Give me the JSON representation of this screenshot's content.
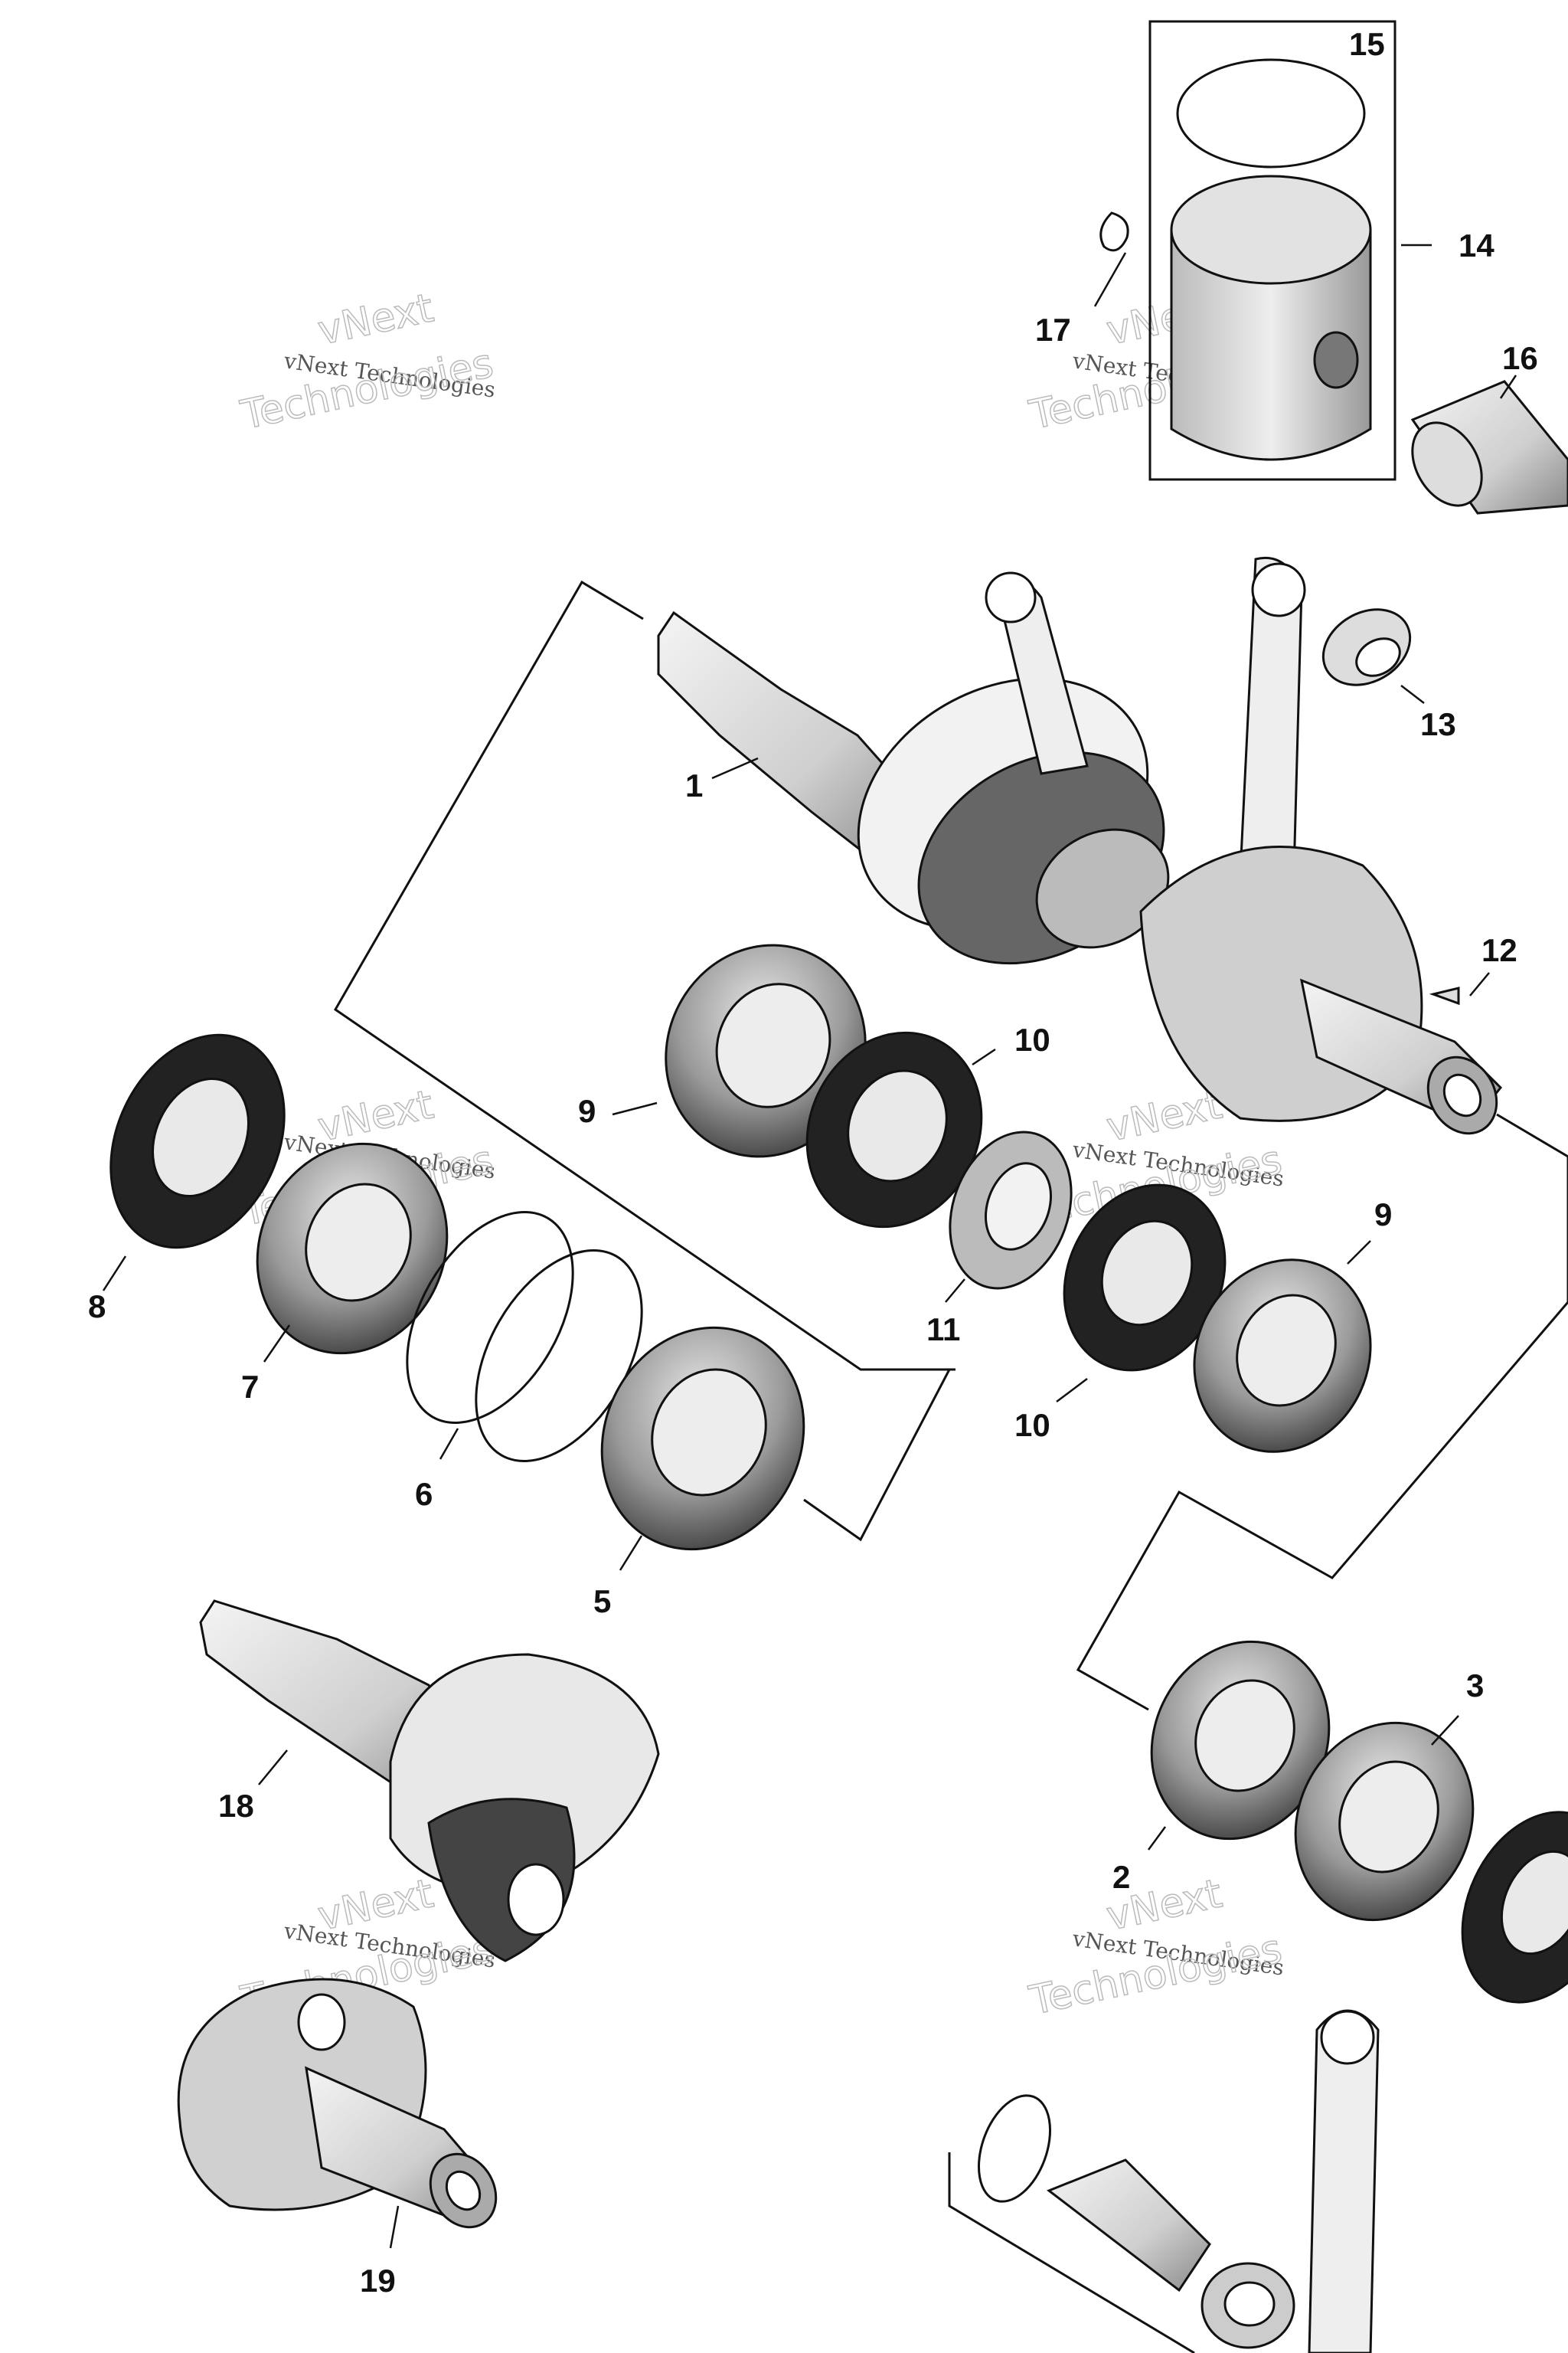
{
  "callouts": {
    "c1": "1",
    "c2": "2",
    "c3": "3",
    "c5": "5",
    "c6": "6",
    "c7": "7",
    "c8": "8",
    "c9a": "9",
    "c9b": "9",
    "c10a": "10",
    "c10b": "10",
    "c11": "11",
    "c12": "12",
    "c13": "13",
    "c14": "14",
    "c15": "15",
    "c16": "16",
    "c17": "17",
    "c18": "18",
    "c19": "19"
  },
  "watermark": {
    "line_top": "vNext",
    "line_small": "vNext Technologies",
    "line_big": "Technologies"
  },
  "colors": {
    "ink": "#111111",
    "part_light": "#eeeeee",
    "part_mid": "#aaaaaa",
    "part_dark": "#333333"
  }
}
